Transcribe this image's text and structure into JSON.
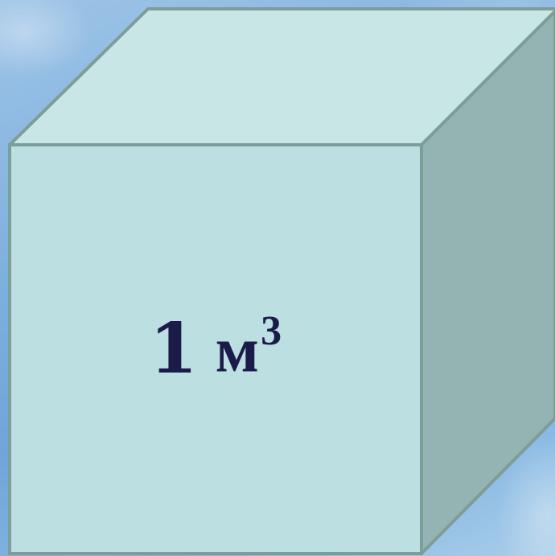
{
  "cube": {
    "volume_number": "1",
    "volume_unit": "м",
    "unit_exponent": "3"
  },
  "colors": {
    "front_face": "#bce0e2",
    "top_face": "#c9e6e7",
    "side_face": "#94b4b4",
    "edge": "#7d9e98",
    "label_text": "#1b1b4a"
  }
}
